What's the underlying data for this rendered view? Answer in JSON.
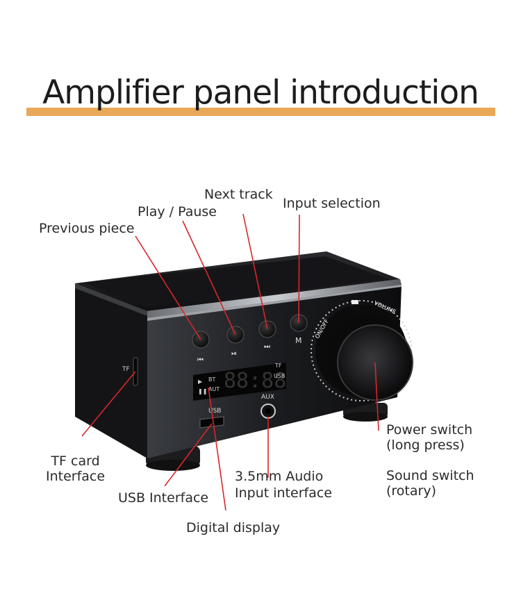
{
  "title": "Amplifier panel introduction",
  "labels": {
    "next_track": "Next track",
    "play_pause": "Play / Pause",
    "input_selection": "Input selection",
    "previous_piece": "Previous piece",
    "power_switch_1": "Power switch",
    "power_switch_2": "(long press)",
    "sound_switch_1": "Sound switch",
    "sound_switch_2": "(rotary)",
    "tf_card_1": "TF card",
    "tf_card_2": "Interface",
    "aux_1": "3.5mm Audio",
    "aux_2": "Input interface",
    "usb": "USB Interface",
    "display": "Digital display"
  },
  "device_text": {
    "onoff": "ON/OFF",
    "volume": "VOLUME",
    "aux": "AUX",
    "usb": "USB",
    "tf": "TF",
    "tf_side": "TF",
    "bt": "BT",
    "aut": "AUT",
    "tf_disp": "TF",
    "usb_disp": "USB",
    "digits": "88:88",
    "mode_btn": "M"
  },
  "colors": {
    "accent_bar": "#e8a858",
    "leader_line": "#d8262a"
  }
}
